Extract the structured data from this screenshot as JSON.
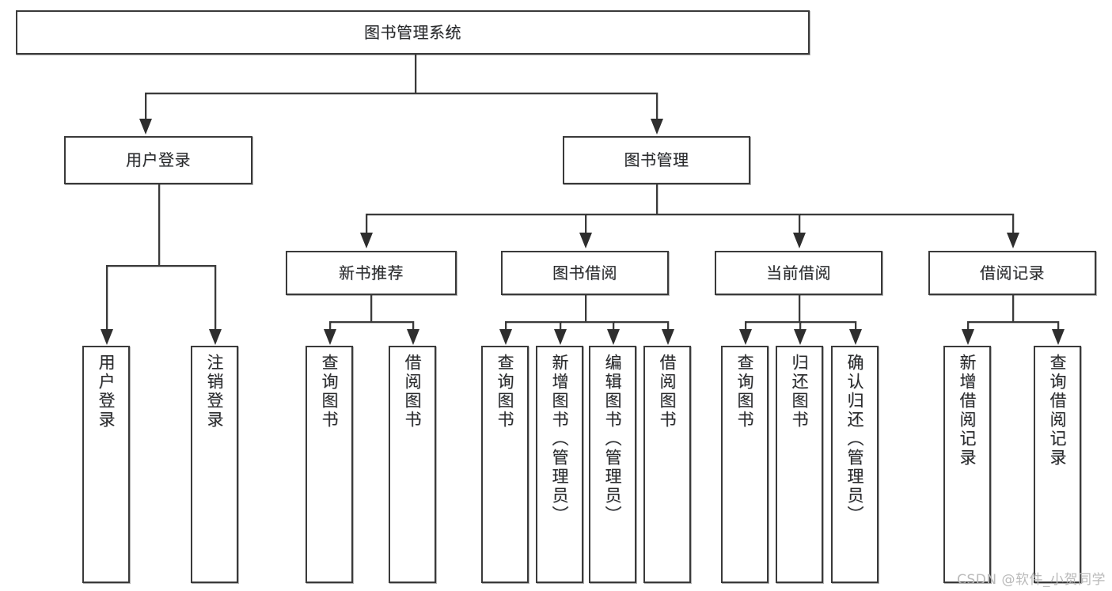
{
  "diagram": {
    "title": "图书管理系统",
    "type": "hierarchy-tree",
    "root": {
      "label": "图书管理系统"
    },
    "level2": [
      {
        "label": "用户登录"
      },
      {
        "label": "图书管理"
      }
    ],
    "level3": [
      {
        "label": "新书推荐"
      },
      {
        "label": "图书借阅"
      },
      {
        "label": "当前借阅"
      },
      {
        "label": "借阅记录"
      }
    ],
    "leaves": {
      "user_login": [
        {
          "label": "用户登录"
        },
        {
          "label": "注销登录"
        }
      ],
      "new_book_recommend": [
        {
          "label": "查询图书"
        },
        {
          "label": "借阅图书"
        }
      ],
      "book_borrow": [
        {
          "label": "查询图书"
        },
        {
          "label": "新增图书（管理员）"
        },
        {
          "label": "编辑图书（管理员）"
        },
        {
          "label": "借阅图书"
        }
      ],
      "current_borrow": [
        {
          "label": "查询图书"
        },
        {
          "label": "归还图书"
        },
        {
          "label": "确认归还（管理员）"
        }
      ],
      "borrow_record": [
        {
          "label": "新增借阅记录"
        },
        {
          "label": "查询借阅记录"
        }
      ]
    }
  },
  "watermark": {
    "text": "CSDN @软件_小贺同学"
  },
  "colors": {
    "stroke": "#3a3a3a",
    "text": "#2b2b2b",
    "background": "#ffffff",
    "watermark": "#b9b9b9"
  }
}
